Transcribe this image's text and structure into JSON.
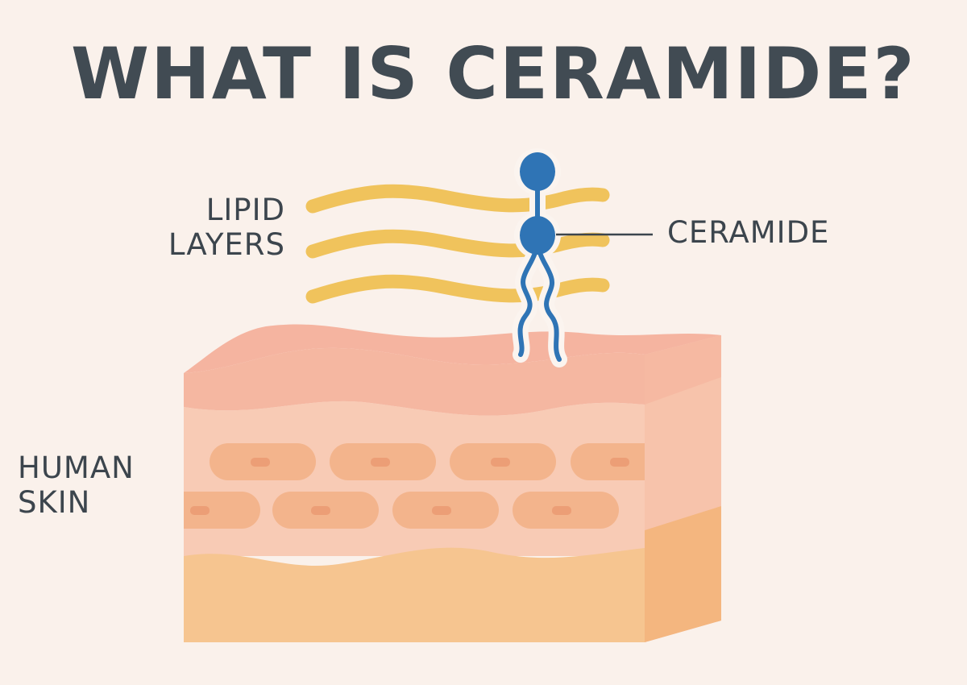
{
  "title": "WHAT IS CERAMIDE?",
  "labels": {
    "lipid_layers": [
      "LIPID",
      "LAYERS"
    ],
    "ceramide": "CERAMIDE",
    "human_skin": [
      "HUMAN",
      "SKIN"
    ]
  },
  "colors": {
    "background": "#faf1eb",
    "title_text": "#414b53",
    "lipid": "#f0c35c",
    "ceramide_molecule": "#2f74b5",
    "skin_top": "#f7bda8",
    "skin_middle": "#f9cdb8",
    "skin_cells": "#f4b58d",
    "skin_base": "#f7c58e"
  }
}
